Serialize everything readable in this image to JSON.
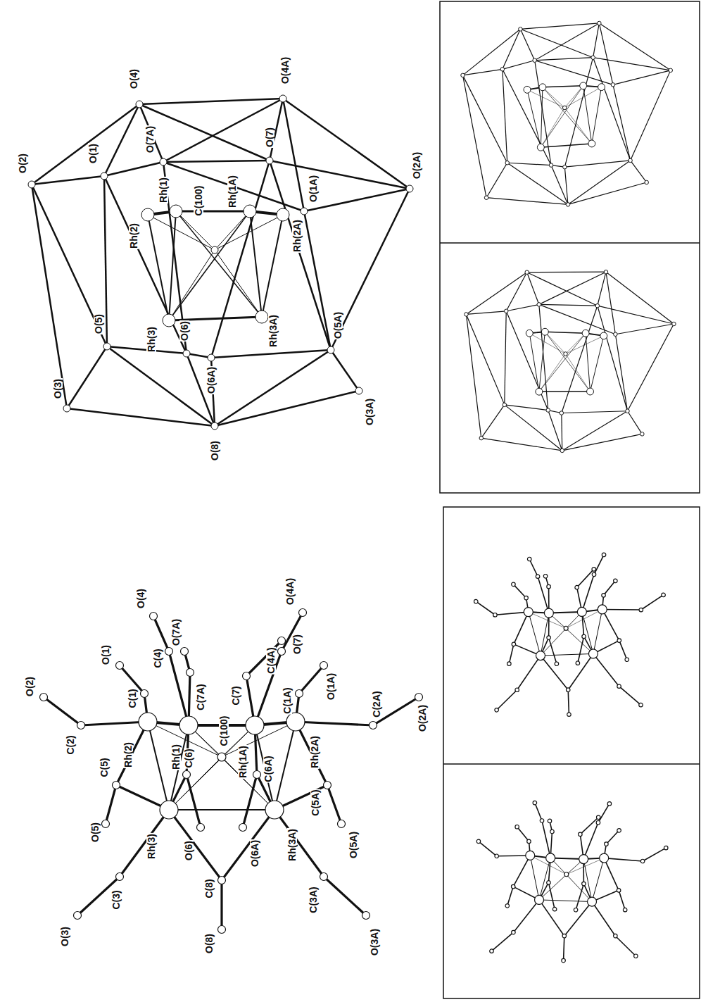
{
  "diagram": {
    "labels": [
      "O(2)",
      "O(1)",
      "O(4)",
      "O(7A)",
      "Rh(1)",
      "C(100)",
      "Rh(1A)",
      "O(4A)",
      "O(7)",
      "O(2A)",
      "O(1A)",
      "Rh(2)",
      "Rh(2A)",
      "O(5)",
      "Rh(3)",
      "O(6)",
      "O(6A)",
      "Rh(3A)",
      "O(5A)",
      "O(3)",
      "O(8)",
      "O(3A)",
      "O(4)",
      "O(2)",
      "O(1)",
      "C(4)",
      "O(7A)",
      "C(1)",
      "C(2)",
      "C(7A)",
      "C(7)",
      "C(4A)",
      "O(4A)",
      "O(7)",
      "C(1A)",
      "O(1A)",
      "C(2A)",
      "O(2A)",
      "C(5)",
      "Rh(2)",
      "Rh(1)",
      "C(6)",
      "C(100)",
      "Rh(1A)",
      "C(6A)",
      "Rh(2A)",
      "C(5A)",
      "O(5)",
      "O(6)",
      "O(6A)",
      "Rh(3)",
      "Rh(3A)",
      "O(5A)",
      "O(3)",
      "C(3)",
      "C(8)",
      "O(8)",
      "C(3A)",
      "O(3A)"
    ]
  }
}
